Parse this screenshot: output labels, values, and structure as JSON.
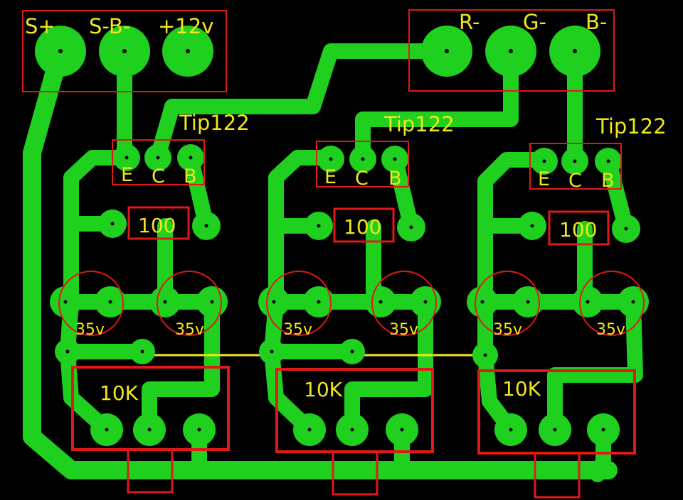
{
  "colors": {
    "background": "#000000",
    "copper": "#1fd01f",
    "silkscreen": "#f0e61a",
    "outline": "#e01818",
    "drill": "#000000"
  },
  "connectors": {
    "input": {
      "pins": [
        "S+",
        "S-B-",
        "+12v"
      ]
    },
    "output": {
      "pins": [
        "R-",
        "G-",
        "B-"
      ]
    }
  },
  "channels": [
    {
      "transistor": "Tip122",
      "pins": [
        "E",
        "C",
        "B"
      ],
      "resistor": "100",
      "cap_left": "35v",
      "cap_right": "35v",
      "trimmer": "10K"
    },
    {
      "transistor": "Tip122",
      "pins": [
        "E",
        "C",
        "B"
      ],
      "resistor": "100",
      "cap_left": "35v",
      "cap_right": "35v",
      "trimmer": "10K"
    },
    {
      "transistor": "Tip122",
      "pins": [
        "E",
        "C",
        "B"
      ],
      "resistor": "100",
      "cap_left": "35v",
      "cap_right": "35v",
      "trimmer": "10K"
    }
  ]
}
